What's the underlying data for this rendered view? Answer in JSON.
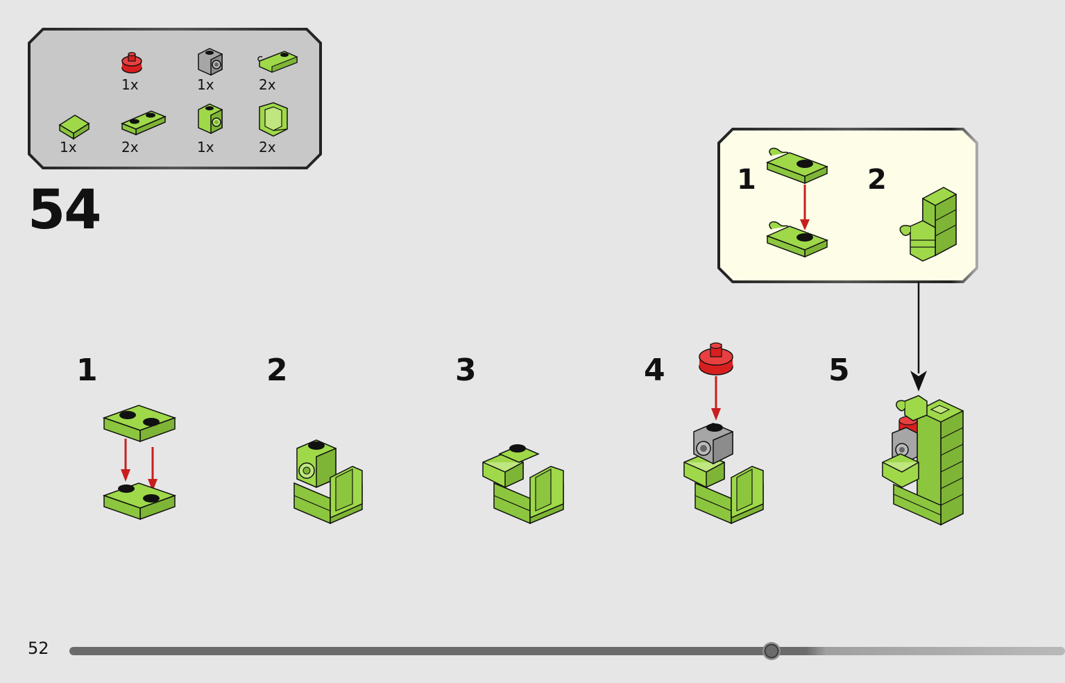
{
  "page": {
    "number": "52",
    "progress_fraction": 0.705
  },
  "step": {
    "number": "54"
  },
  "parts": [
    {
      "icon": "red-round-plate-icon",
      "qty": "1x"
    },
    {
      "icon": "gray-bracket-brick-icon",
      "qty": "1x"
    },
    {
      "icon": "green-clip-plate-icon",
      "qty": "2x"
    },
    {
      "icon": "green-slope-icon",
      "qty": "1x"
    },
    {
      "icon": "green-plate-1x2-icon",
      "qty": "2x"
    },
    {
      "icon": "green-bracket-brick-icon",
      "qty": "1x"
    },
    {
      "icon": "green-corner-panel-icon",
      "qty": "2x"
    }
  ],
  "substeps": [
    {
      "label": "1"
    },
    {
      "label": "2"
    },
    {
      "label": "3"
    },
    {
      "label": "4"
    },
    {
      "label": "5"
    }
  ],
  "callout": {
    "steps": [
      "1",
      "2"
    ]
  },
  "colors": {
    "lime": "#9fd94a",
    "lime_dark": "#7fb536",
    "red": "#d81f1f",
    "gray": "#a6a6a6",
    "panel_bg": "#c8c8c8",
    "callout_bg": "#fdfde8",
    "page_bg": "#e6e6e6"
  }
}
